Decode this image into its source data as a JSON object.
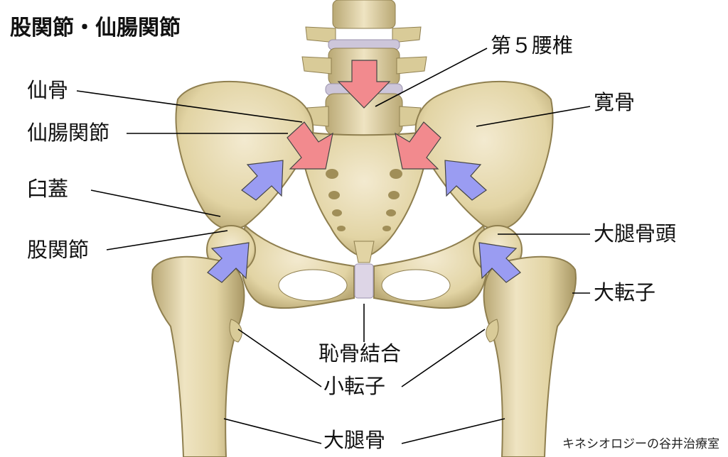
{
  "title": "股関節・仙腸関節",
  "credit": "キネシオロジーの谷井治療室",
  "labels": {
    "l5": "第５腰椎",
    "sacrum": "仙骨",
    "si_joint": "仙腸関節",
    "ilium": "寛骨",
    "acetabulum": "臼蓋",
    "hip_joint": "股関節",
    "femoral_head": "大腿骨頭",
    "greater_trochanter": "大転子",
    "pubic_symphysis": "恥骨結合",
    "lesser_trochanter": "小転子",
    "femur": "大腿骨"
  },
  "colors": {
    "bone": "#e8dcb0",
    "bone_shade": "#b9a874",
    "bone_dark": "#8f7f4f",
    "disc": "#cdc6da",
    "arrow_pink": "#f28a8e",
    "arrow_blue": "#9a9cf2",
    "leader_line": "#000000"
  }
}
